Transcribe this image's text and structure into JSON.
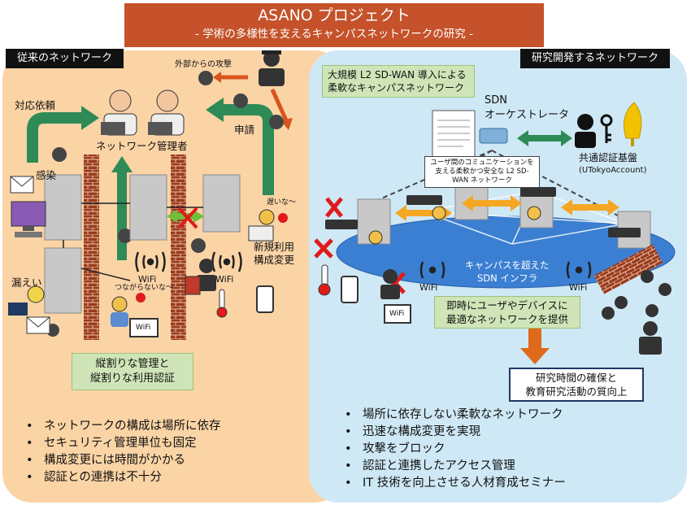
{
  "title": "ASANO プロジェクト",
  "subtitle": "- 学術の多様性を支えるキャンパスネットワークの研究 -",
  "left": {
    "tag": "従来のネットワーク",
    "labels": {
      "external_attack": "外部からの攻撃",
      "response_request": "対応依頼",
      "application": "申請",
      "network_admin": "ネットワーク管理者",
      "infection": "感染",
      "slow": "遅いな～",
      "leak": "漏えい",
      "wifi1": "WiFi",
      "cannot_connect": "つながらないな～",
      "wifi2": "WiFi",
      "new_use_1": "新規利用",
      "new_use_2": "構成変更",
      "wifi_small": "WiFi"
    },
    "box_line1": "縦割りな管理と",
    "box_line2": "縦割りな利用認証",
    "bullets": [
      "ネットワークの構成は場所に依存",
      "セキュリティ管理単位も固定",
      "構成変更には時間がかかる",
      "認証との連携は不十分"
    ]
  },
  "right": {
    "tag": "研究開発するネットワーク",
    "labels": {
      "sdwan_1": "大規模 L2 SD-WAN 導入による",
      "sdwan_2": "柔軟なキャンパスネットワーク",
      "sdn": "SDN",
      "orchestrator": "オーケストレータ",
      "auth_base": "共通認証基盤",
      "utokyo": "(UTokyoAccount)",
      "comm_1": "ユーザ間のコミュニケーションを",
      "comm_2": "支える柔軟かつ安全な L2 SD-",
      "comm_3": "WAN ネットワーク",
      "beyond_campus": "キャンパスを超えた",
      "sdn_infra": "SDN インフラ",
      "wifi_a": "WiFi",
      "wifi_b": "WiFi",
      "wifi_c": "WiFi",
      "immediate_1": "即時にユーザやデバイスに",
      "immediate_2": "最適なネットワークを提供",
      "research_1": "研究時間の確保と",
      "research_2": "教育研究活動の質向上"
    },
    "bullets": [
      "場所に依存しない柔軟なネットワーク",
      "迅速な構成変更を実現",
      "攻撃をブロック",
      "認証と連携したアクセス管理",
      "IT 技術を向上させる人材育成セミナー"
    ]
  }
}
